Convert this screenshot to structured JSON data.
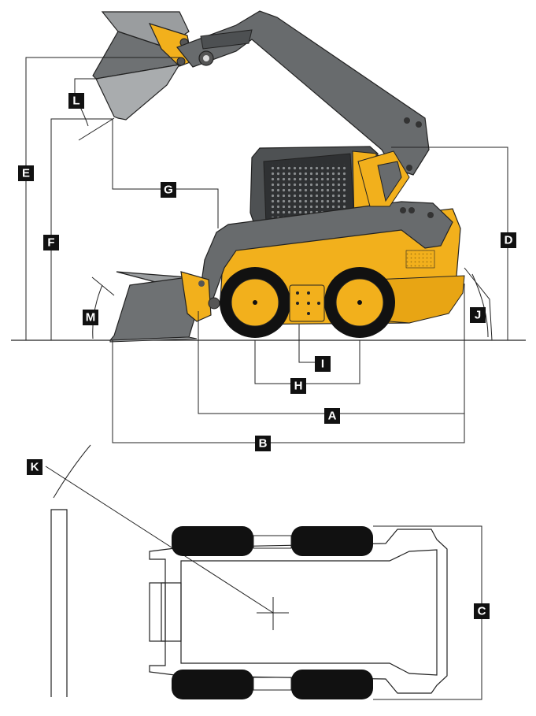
{
  "colors": {
    "body_yellow": "#f2b01c",
    "arm_gray": "#6b6e70",
    "bucket_gray": "#8a8d8f",
    "tire_black": "#111111",
    "rim_yellow": "#f2b01c",
    "label_black": "#111111",
    "label_text": "#ffffff"
  },
  "labels": {
    "A": "A",
    "B": "B",
    "C": "C",
    "D": "D",
    "E": "E",
    "F": "F",
    "G": "G",
    "H": "H",
    "I": "I",
    "J": "J",
    "K": "K",
    "L": "L",
    "M": "M"
  }
}
